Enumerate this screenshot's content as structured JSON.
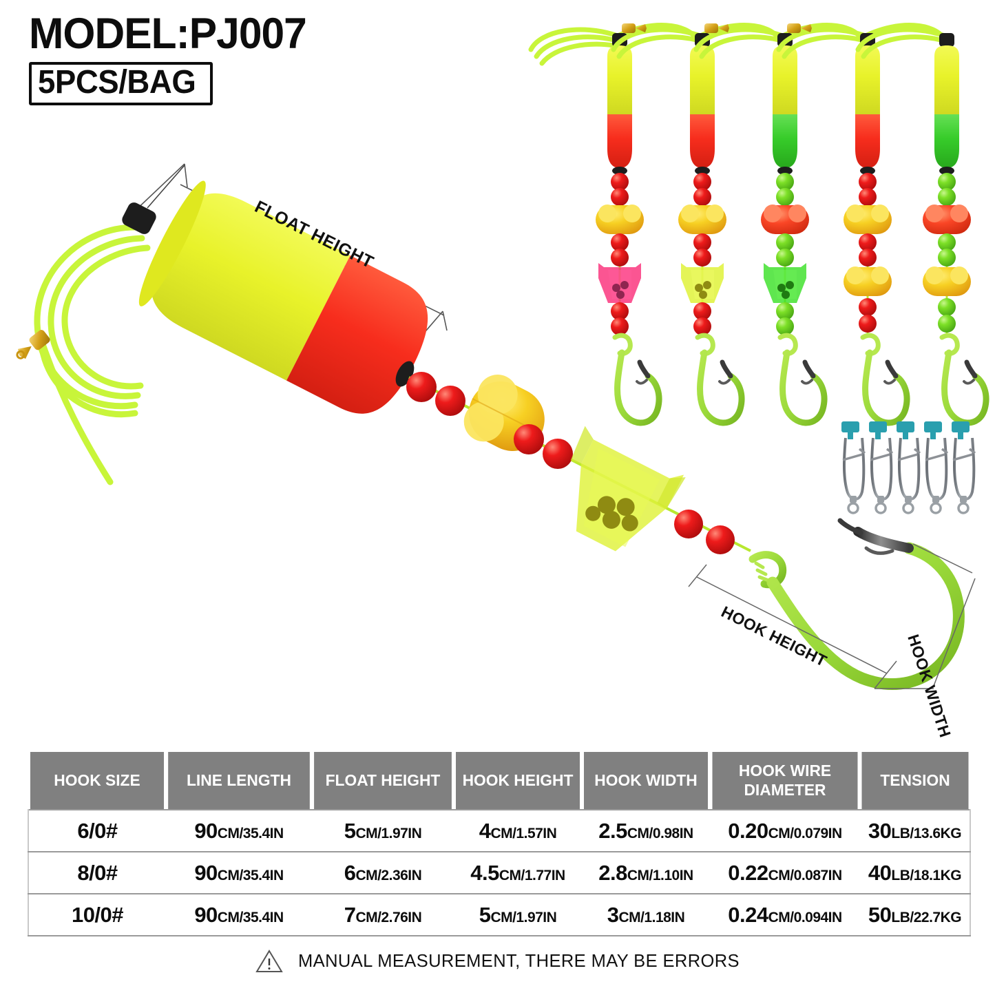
{
  "header": {
    "model_title": "MODEL:PJ007",
    "pack_label": "5PCS/BAG"
  },
  "diagram": {
    "labels": {
      "float_height": "FLOAT HEIGHT",
      "hook_height": "HOOK HEIGHT",
      "hook_width": "HOOK WIDTH"
    },
    "colors": {
      "float_yellow": "#e8f22a",
      "float_red": "#f72d1d",
      "float_green": "#37cc2a",
      "line_chartreuse": "#c8f53a",
      "bead_red": "#ee1b1b",
      "bead_green": "#7de027",
      "oval_yellow": "#f7c423",
      "oval_red": "#fa4626",
      "bell_chartreuse": "#dff23a",
      "bell_pink": "#fa2f7a",
      "bell_green": "#3ce028",
      "hook_green": "#9ad93a",
      "hook_steel": "#4a4a4a",
      "swivel_gold": "#d4a017",
      "clip_teal": "#2a9fae",
      "clip_steel": "#8d9196",
      "cap_black": "#1d1d1d"
    },
    "rigs": [
      {
        "float_top": "#e8f22a",
        "float_bottom": "#f72d1d",
        "bead": "#ee1b1b",
        "oval": "#f7c423",
        "bell": "#fa2f7a",
        "has_bell": true
      },
      {
        "float_top": "#e8f22a",
        "float_bottom": "#f72d1d",
        "bead": "#ee1b1b",
        "oval": "#f7c423",
        "bell": "#dff23a",
        "has_bell": true
      },
      {
        "float_top": "#e8f22a",
        "float_bottom": "#37cc2a",
        "bead": "#7de027",
        "oval": "#fa4626",
        "bell": "#3ce028",
        "has_bell": true
      },
      {
        "float_top": "#e8f22a",
        "float_bottom": "#f72d1d",
        "bead": "#ee1b1b",
        "oval": "#f7c423",
        "bell": "#f7c423",
        "has_bell": false
      },
      {
        "float_top": "#e8f22a",
        "float_bottom": "#37cc2a",
        "bead": "#7de027",
        "oval": "#fa4626",
        "bell": "#f7c423",
        "has_bell": false
      }
    ],
    "swivel_clip_count": 5
  },
  "table": {
    "headers": [
      "HOOK SIZE",
      "LINE LENGTH",
      "FLOAT HEIGHT",
      "HOOK HEIGHT",
      "HOOK WIDTH",
      "HOOK WIRE DIAMETER",
      "TENSION"
    ],
    "header_gray": "#808080",
    "rows": [
      {
        "hook_size": "6/0#",
        "line_length": {
          "main": "90",
          "sub": "CM/35.4IN"
        },
        "float_height": {
          "main": "5",
          "sub": "CM/1.97IN"
        },
        "hook_height": {
          "main": "4",
          "sub": "CM/1.57IN"
        },
        "hook_width": {
          "main": "2.5",
          "sub": "CM/0.98IN"
        },
        "wire_diameter": {
          "main": "0.20",
          "sub": "CM/0.079IN"
        },
        "tension": {
          "main": "30",
          "sub": "LB/13.6KG"
        }
      },
      {
        "hook_size": "8/0#",
        "line_length": {
          "main": "90",
          "sub": "CM/35.4IN"
        },
        "float_height": {
          "main": "6",
          "sub": "CM/2.36IN"
        },
        "hook_height": {
          "main": "4.5",
          "sub": "CM/1.77IN"
        },
        "hook_width": {
          "main": "2.8",
          "sub": "CM/1.10IN"
        },
        "wire_diameter": {
          "main": "0.22",
          "sub": "CM/0.087IN"
        },
        "tension": {
          "main": "40",
          "sub": "LB/18.1KG"
        }
      },
      {
        "hook_size": "10/0#",
        "line_length": {
          "main": "90",
          "sub": "CM/35.4IN"
        },
        "float_height": {
          "main": "7",
          "sub": "CM/2.76IN"
        },
        "hook_height": {
          "main": "5",
          "sub": "CM/1.97IN"
        },
        "hook_width": {
          "main": "3",
          "sub": "CM/1.18IN"
        },
        "wire_diameter": {
          "main": "0.24",
          "sub": "CM/0.094IN"
        },
        "tension": {
          "main": "50",
          "sub": "LB/22.7KG"
        }
      }
    ]
  },
  "footnote": {
    "icon": "warning-triangle-icon",
    "text": "MANUAL MEASUREMENT, THERE MAY BE ERRORS"
  }
}
